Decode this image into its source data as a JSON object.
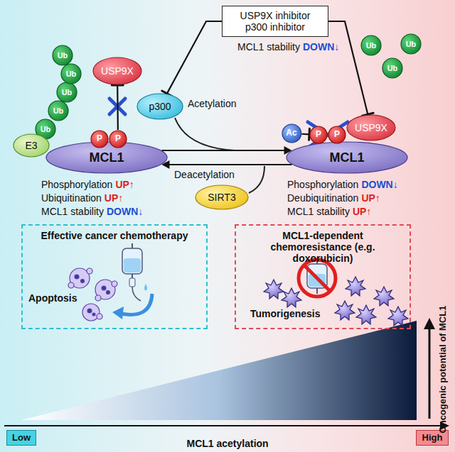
{
  "diagram": {
    "nodes": [
      {
        "text": [
          "USP9X inhibitor",
          "p300 inhibitor"
        ]
      },
      {
        "text": [
          "Ub"
        ]
      },
      {
        "text": [
          "Ub"
        ]
      },
      {
        "text": [
          "Ub"
        ]
      },
      {
        "text": [
          "Ub"
        ]
      },
      {
        "text": [
          "Ub"
        ]
      },
      {
        "text": [
          "E3"
        ]
      },
      {
        "text": [
          "MCL1"
        ]
      },
      {
        "text": [
          "P"
        ]
      },
      {
        "text": [
          "P"
        ]
      },
      {
        "text": [
          "USP9X"
        ]
      },
      {
        "text": [
          "p300"
        ]
      },
      {
        "text": [
          "SIRT3"
        ]
      },
      {
        "text": [
          "Ub"
        ]
      },
      {
        "text": [
          "Ub"
        ]
      },
      {
        "text": [
          "Ub"
        ]
      },
      {
        "text": [
          "Ac"
        ]
      },
      {
        "text": [
          "P"
        ]
      },
      {
        "text": [
          "P"
        ]
      },
      {
        "text": [
          "USP9X"
        ]
      },
      {
        "text": [
          "MCL1"
        ]
      },
      {
        "text": [
          "Effective cancer chemotherapy"
        ]
      },
      {
        "text": [
          "MCL1-dependent chemoresistance (e.g. doxorubicin)"
        ]
      },
      {
        "text": [
          "Low"
        ]
      },
      {
        "text": [
          "High"
        ]
      }
    ],
    "edges": [
      {
        "from": 0,
        "to": 11,
        "arrow": "to"
      },
      {
        "from": 0,
        "to": 19,
        "arrow": "to"
      },
      {
        "from": 9,
        "to": 10,
        "arrow": "to"
      },
      {
        "from": 16,
        "to": 17,
        "arrow": "to"
      },
      {
        "from": 7,
        "to": 20,
        "label": "Acetylation",
        "arrow": "to"
      },
      {
        "from": 20,
        "to": 7,
        "label": "Deacetylation",
        "arrow": "to"
      }
    ],
    "labels": [
      "MCL1 stability",
      "DOWN↓",
      "Phosphorylation",
      "UP↑",
      "Ubiquitination",
      "UP↑",
      "MCL1 stability",
      "DOWN↓",
      "Phosphorylation",
      "DOWN↓",
      "Deubiquitination",
      "UP↑",
      "MCL1 stability",
      "UP↑",
      "Apoptosis",
      "Tumorigenesis",
      "Oncogenic potential of MCL1",
      "MCL1 acetylation"
    ]
  }
}
